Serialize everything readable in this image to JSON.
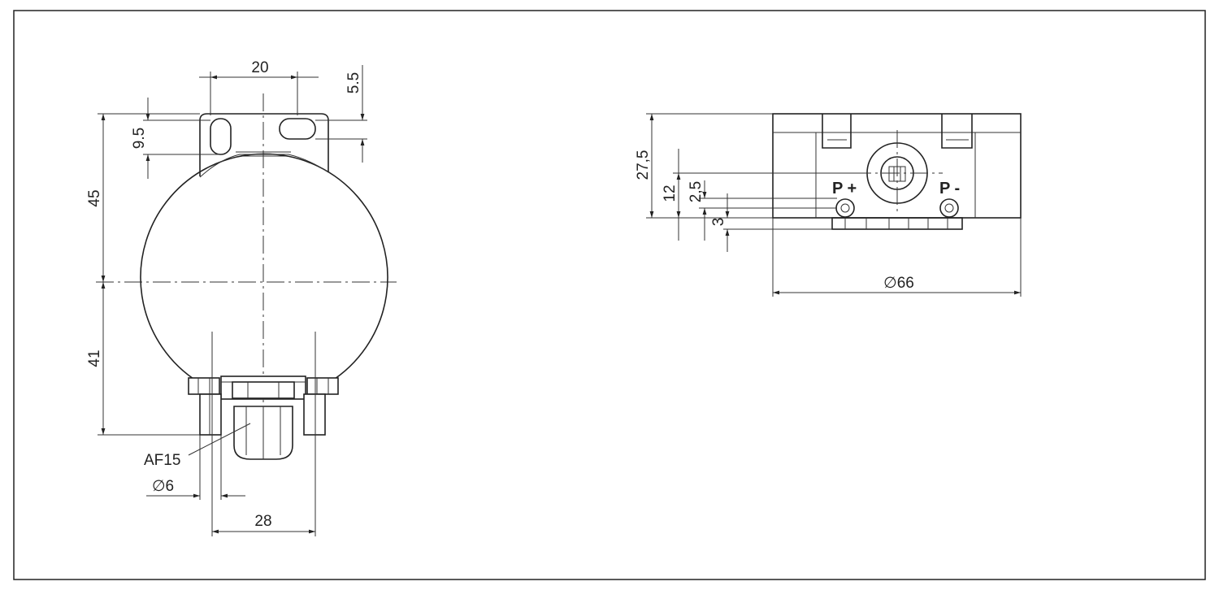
{
  "front_view": {
    "dims": {
      "top_width": "20",
      "slot_offset": "5.5",
      "slot_height": "9.5",
      "upper_height": "45",
      "lower_height": "41",
      "gland_size": "AF15",
      "pin_diameter": "∅6",
      "pin_spacing": "28"
    }
  },
  "side_view": {
    "dims": {
      "total_height": "27,5",
      "knob_height": "12",
      "terminal_offset": "2,5",
      "base_height": "3",
      "diameter": "∅66"
    },
    "terminals": {
      "positive": "P +",
      "negative": "P -"
    }
  }
}
